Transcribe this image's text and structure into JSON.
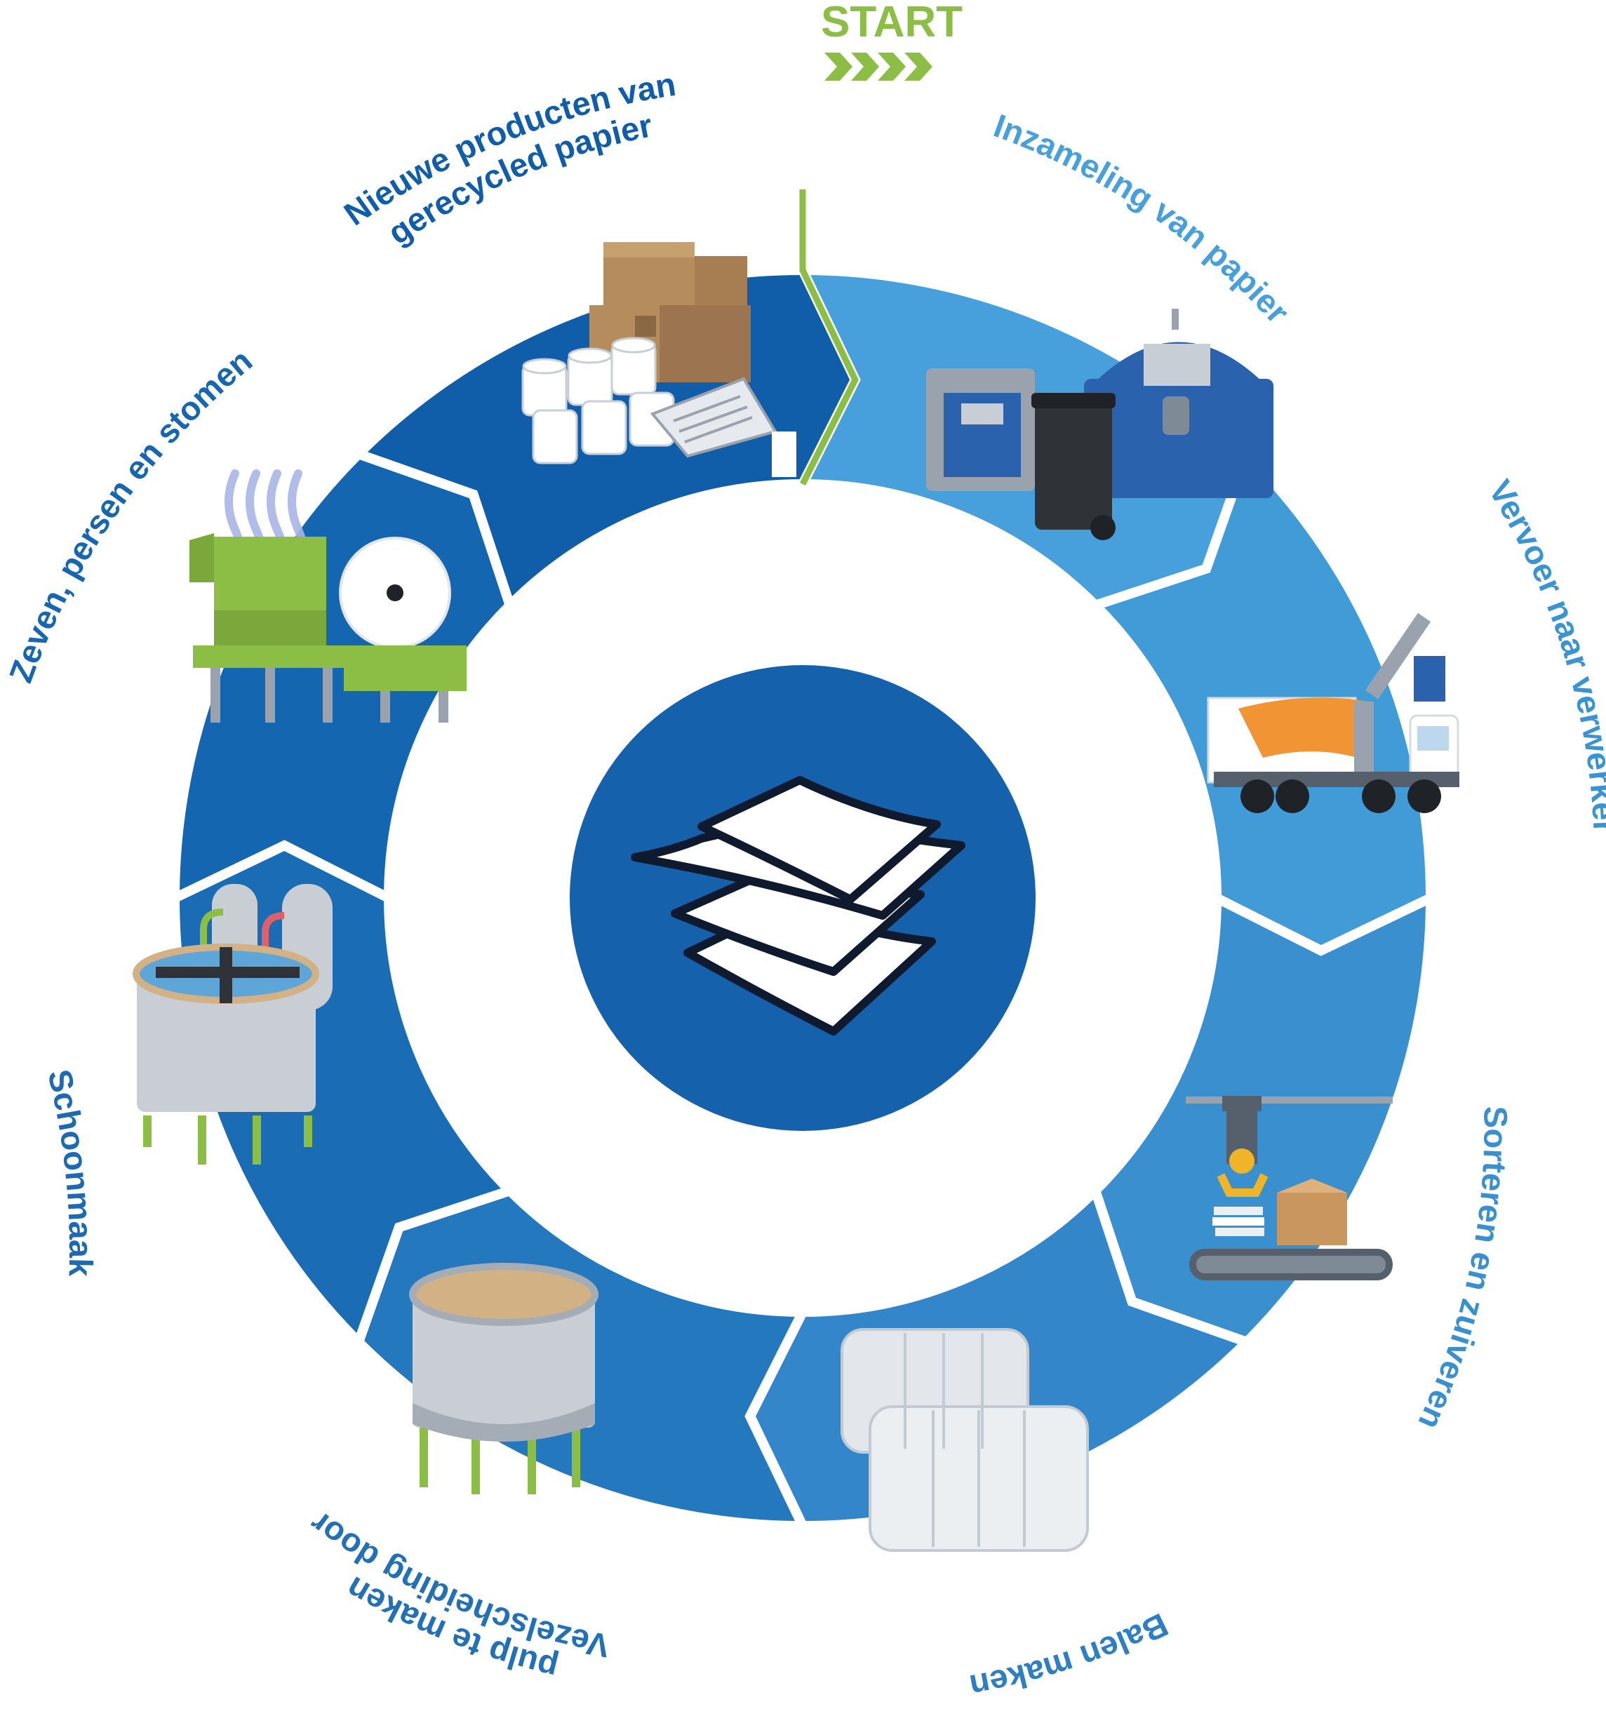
{
  "start": {
    "label": "START",
    "color": "#8cbd44"
  },
  "colors": {
    "center": "#1561ac",
    "paper": "#ffffff",
    "ink": "#0f1a2e"
  },
  "center_icon": "stacked-paper-icon",
  "steps": [
    {
      "id": "inzameling",
      "lines": [
        "Inzameling van papier"
      ],
      "color": "#47a0db",
      "label_color": "#47a0db",
      "icon": "collection-containers-icon"
    },
    {
      "id": "vervoer",
      "lines": [
        "Vervoer naar verwerker"
      ],
      "color": "#419bd6",
      "label_color": "#3b94d2",
      "icon": "garbage-truck-icon"
    },
    {
      "id": "sorteren",
      "lines": [
        "Sorteren en zuiveren"
      ],
      "color": "#3a8fcf",
      "label_color": "#3a8fcf",
      "icon": "sorting-conveyor-icon"
    },
    {
      "id": "balen",
      "lines": [
        "Balen maken"
      ],
      "color": "#3386c9",
      "label_color": "#2e7ec4",
      "icon": "paper-bales-icon"
    },
    {
      "id": "vezel",
      "lines": [
        "Vezelscheiding door",
        "pulp te maken"
      ],
      "color": "#2478bd",
      "label_color": "#2270b6",
      "icon": "pulp-tank-icon"
    },
    {
      "id": "schoonmaak",
      "lines": [
        "Schoonmaak"
      ],
      "color": "#1a6db5",
      "label_color": "#1d6ab3",
      "icon": "cleaning-tank-icon"
    },
    {
      "id": "zeven",
      "lines": [
        "Zeven, persen en stomen"
      ],
      "color": "#1466b0",
      "label_color": "#1766b0",
      "icon": "paper-machine-icon"
    },
    {
      "id": "nieuwe",
      "lines": [
        "Nieuwe producten van",
        "gerecycled papier"
      ],
      "color": "#105ea9",
      "label_color": "#105ea9",
      "icon": "recycled-products-icon"
    }
  ]
}
